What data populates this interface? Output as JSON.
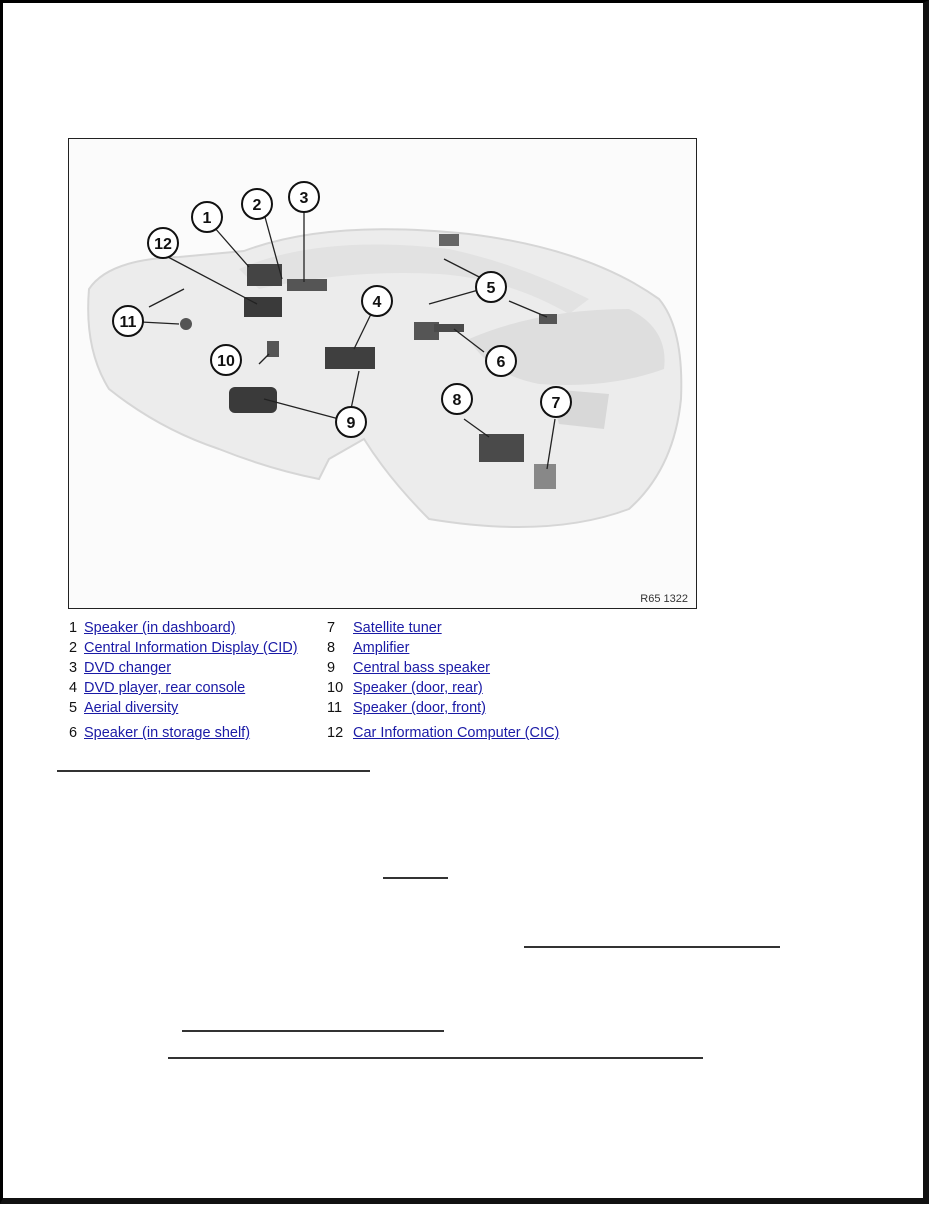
{
  "figure": {
    "code": "R65 1322",
    "callouts": [
      "1",
      "2",
      "3",
      "4",
      "5",
      "6",
      "7",
      "8",
      "9",
      "10",
      "11",
      "12"
    ]
  },
  "legend": {
    "left": [
      {
        "num": "1",
        "label": "Speaker (in dashboard)"
      },
      {
        "num": "2",
        "label": "Central Information Display (CID)"
      },
      {
        "num": "3",
        "label": "DVD changer"
      },
      {
        "num": "4",
        "label": "DVD player, rear console"
      },
      {
        "num": "5",
        "label": "Aerial diversity"
      },
      {
        "num": "6",
        "label": "Speaker (in storage shelf)"
      }
    ],
    "right": [
      {
        "num": "7",
        "label": "Satellite tuner"
      },
      {
        "num": "8",
        "label": "Amplifier"
      },
      {
        "num": "9",
        "label": "Central bass speaker"
      },
      {
        "num": "10",
        "label": "Speaker (door, rear)"
      },
      {
        "num": "11",
        "label": "Speaker (door, front)"
      },
      {
        "num": "12",
        "label": "Car Information Computer (CIC)"
      }
    ]
  },
  "colors": {
    "link": "#1a1aa6",
    "text": "#111111",
    "border": "#000000"
  }
}
